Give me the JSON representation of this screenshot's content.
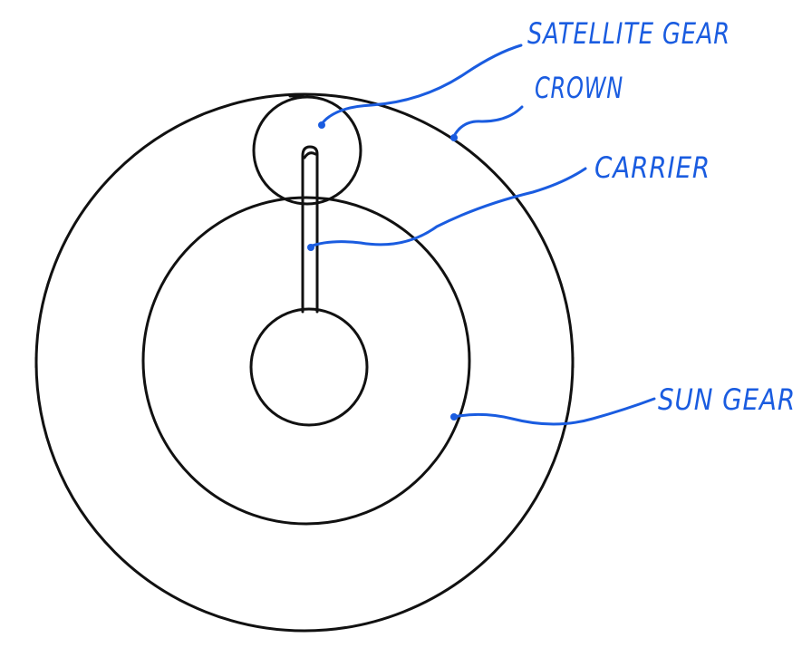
{
  "colors": {
    "ink": "#111111",
    "annotation": "#1a5ce0",
    "background": "#ffffff"
  },
  "labels": {
    "satellite_gear": "SATELLITE GEAR",
    "crown": "CROWN",
    "carrier": "CARRIER",
    "sun_gear": "SUN GEAR"
  }
}
